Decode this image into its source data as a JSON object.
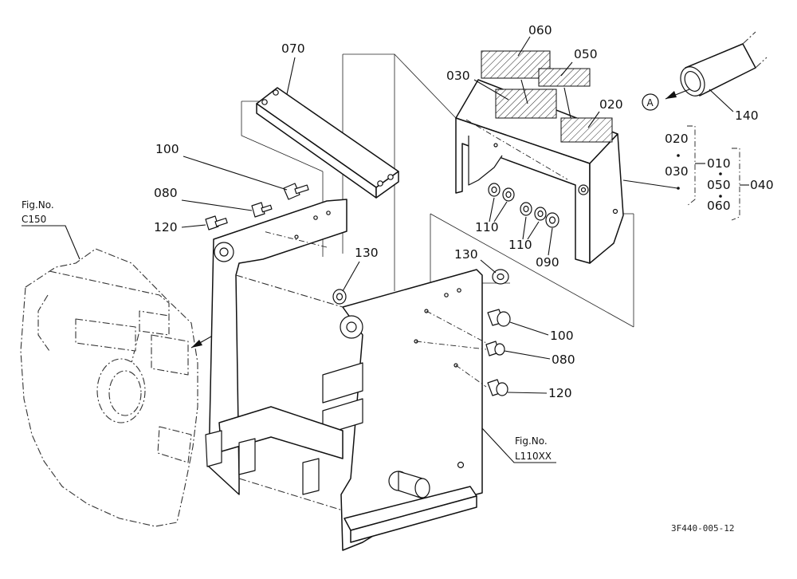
{
  "drawing_code": "3F440-005-12",
  "refs": {
    "c150_top": "Fig.No.",
    "c150_bottom": "C150",
    "l110_top": "Fig.No.",
    "l110_bottom": "L110XX"
  },
  "view_marker": "A",
  "labels": {
    "p070": "070",
    "p060": "060",
    "p050": "050",
    "p030": "030",
    "p020": "020",
    "p140": "140",
    "p100a": "100",
    "p080a": "080",
    "p120a": "120",
    "p130a": "130",
    "p130b": "130",
    "p110a": "110",
    "p110b": "110",
    "p090": "090",
    "p100b": "100",
    "p080b": "080",
    "p120b": "120"
  },
  "assembly": {
    "g020": "020",
    "g030": "030",
    "g010": "010",
    "g050": "050",
    "g060": "060",
    "g040": "040"
  }
}
